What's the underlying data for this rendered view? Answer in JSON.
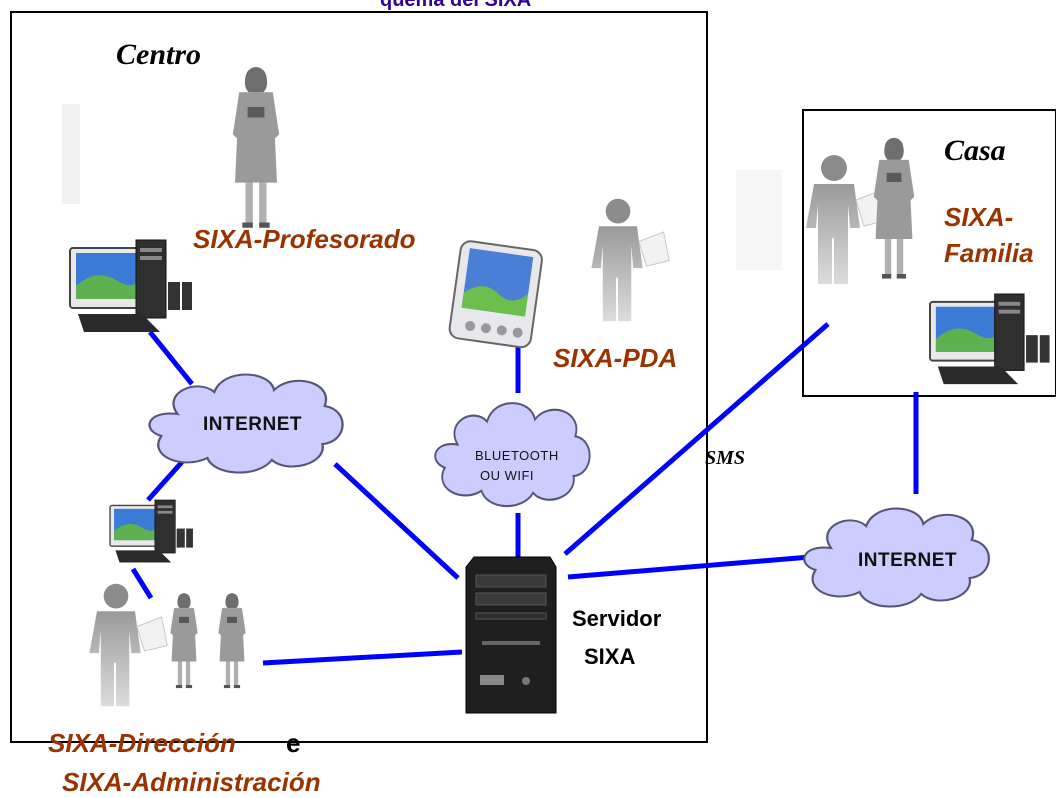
{
  "colors": {
    "link": "#0000ff",
    "app_label": "#993300",
    "title": "#330099",
    "cloud_fill": "#ccccff",
    "cloud_stroke": "#555577",
    "box_stroke": "#000000"
  },
  "top_text": "quema del SIXA",
  "regions": {
    "centro": "Centro",
    "casa": "Casa"
  },
  "apps": {
    "profesorado": "SIXA-Profesorado",
    "pda": "SIXA-PDA",
    "familia_line1": "SIXA-",
    "familia_line2": "Familia",
    "direccion": "SIXA-Dirección",
    "direccion_joiner": "e",
    "administracion": "SIXA-Administración"
  },
  "clouds": {
    "internet_centro": "INTERNET",
    "bluetooth_line1": "BLUETOOTH",
    "bluetooth_line2": "OU  WIFI",
    "internet_casa": "INTERNET"
  },
  "server": {
    "line1": "Servidor",
    "line2": "SIXA"
  },
  "sms": "SMS",
  "icons": [
    "person-icon",
    "computer-icon",
    "pda-icon",
    "server-icon",
    "cloud-icon"
  ]
}
